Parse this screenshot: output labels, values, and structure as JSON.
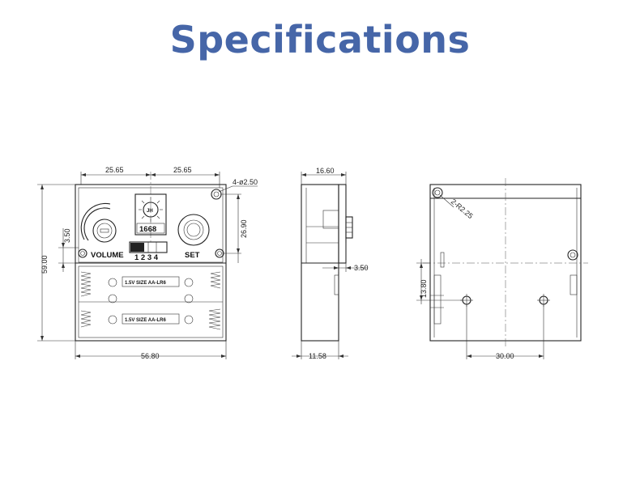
{
  "title": "Specifications",
  "front_view": {
    "dims": {
      "top_left": "25.65",
      "top_right": "25.65",
      "hole_note": "4-ø2.50",
      "right_height": "26.90",
      "left_small": "3.50",
      "total_height": "59.00",
      "bottom_width": "56.80"
    },
    "labels": {
      "volume": "VOLUME",
      "set": "SET",
      "dip_numbers": "1 2 3 4",
      "model": "1668",
      "logo": "JH"
    },
    "battery_label": "1.5V SIZE AA-LR6"
  },
  "side_view": {
    "dims": {
      "top_width": "16.60",
      "offset": "3.50",
      "bottom_width": "11.58"
    }
  },
  "back_view": {
    "dims": {
      "corner_note": "2-R2.25",
      "left_height": "13.80",
      "hole_spacing": "30.00"
    }
  }
}
